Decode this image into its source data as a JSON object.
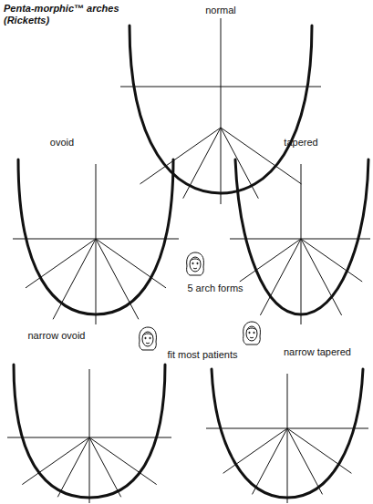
{
  "diagram": {
    "title": "Penta-morphic™ arches (Ricketts)",
    "labels": [
      "normal",
      "ovoid",
      "tapered",
      "5 arch forms",
      "narrow ovoid",
      "fit most patients",
      "narrow tapered"
    ]
  }
}
